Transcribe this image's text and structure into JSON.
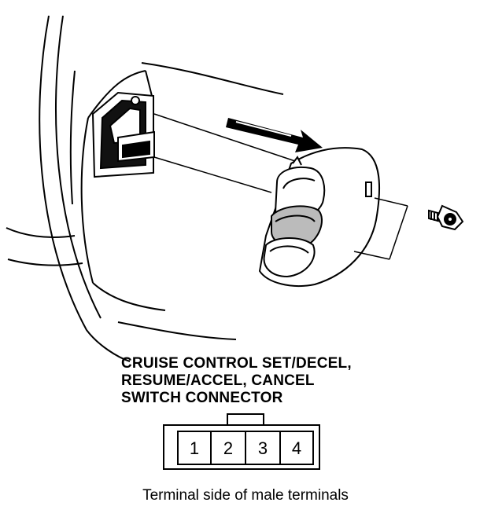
{
  "diagram": {
    "caption_lines": [
      "CRUISE CONTROL SET/DECEL,",
      "RESUME/ACCEL, CANCEL",
      "SWITCH CONNECTOR"
    ],
    "connector_pins": [
      "1",
      "2",
      "3",
      "4"
    ],
    "footer": "Terminal side of male terminals"
  }
}
